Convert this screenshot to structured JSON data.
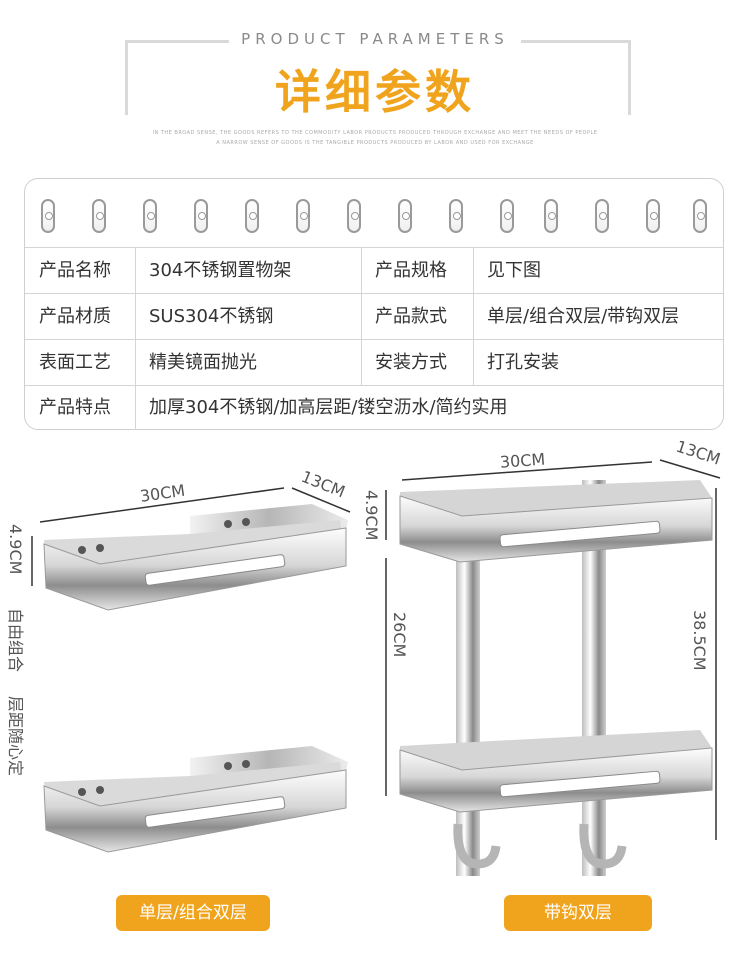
{
  "header": {
    "subtitle": "PRODUCT PARAMETERS",
    "title": "详细参数",
    "fineprint_line1": "IN THE BROAD SENSE, THE GOODS REFERS TO THE COMMODITY LABOR PRODUCTS PRODUCED THROUGH EXCHANGE AND MEET THE NEEDS OF PEOPLE",
    "fineprint_line2": "A NARROW SENSE OF GOODS IS THE TANGIBLE PRODUCTS PRODUCED BY LABOR AND USED FOR EXCHANGE"
  },
  "specs": {
    "rows": [
      {
        "label1": "产品名称",
        "value1": "304不锈钢置物架",
        "label2": "产品规格",
        "value2": "见下图"
      },
      {
        "label1": "产品材质",
        "value1": "SUS304不锈钢",
        "label2": "产品款式",
        "value2": "单层/组合双层/带钩双层"
      },
      {
        "label1": "表面工艺",
        "value1": "精美镜面抛光",
        "label2": "安装方式",
        "value2": "打孔安装"
      }
    ],
    "feature_label": "产品特点",
    "feature_value": "加厚304不锈钢/加高层距/镂空沥水/简约实用"
  },
  "diagram": {
    "left": {
      "width_label": "30CM",
      "depth_label": "13CM",
      "height_label": "4.9CM",
      "side_note_1": "自由组合",
      "side_note_2": "层距随心定"
    },
    "right": {
      "width_label": "30CM",
      "depth_label": "13CM",
      "height_label": "4.9CM",
      "gap_label": "26CM",
      "total_label": "38.5CM"
    }
  },
  "captions": {
    "left": "单层/组合双层",
    "right": "带钩双层"
  },
  "colors": {
    "accent": "#f0a41e",
    "steel_light": "#f2f2f2",
    "steel_dark": "#9a9a9a"
  }
}
